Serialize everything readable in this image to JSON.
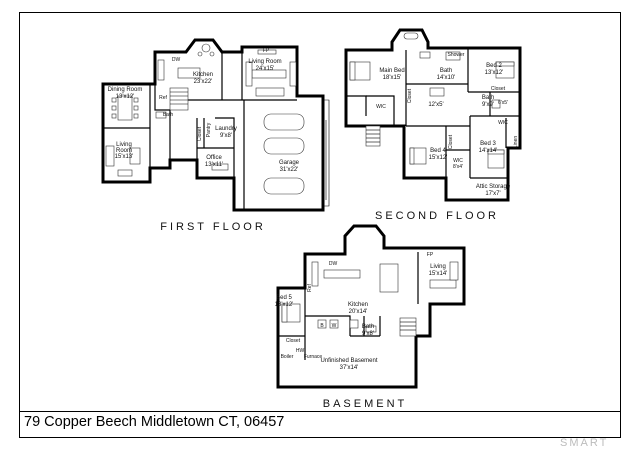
{
  "floors": {
    "first": "FIRST FLOOR",
    "second": "SECOND FLOOR",
    "basement": "BASEMENT"
  },
  "address": "79 Copper Beech Middletown CT, 06457",
  "logo": "SMART",
  "first_floor_rooms": {
    "dining": {
      "name": "Dining Room",
      "size": "13'x12'"
    },
    "kitchen": {
      "name": "Kitchen",
      "size": "23'x22'"
    },
    "living_room": {
      "name": "Living Room",
      "size": "24'x15'"
    },
    "living2": {
      "name": "Living",
      "name2": "Room",
      "size": "15'x13'"
    },
    "laundry": {
      "name": "Laundry",
      "size": "9'x8'"
    },
    "office": {
      "name": "Office",
      "size": "13'x11'"
    },
    "garage": {
      "name": "Garage",
      "size": "31'x22'"
    },
    "bath": "Bath",
    "ref": "Ref",
    "dw": "DW",
    "fp": "FP",
    "closet": "Closet",
    "pantry": "Pantry"
  },
  "second_floor_rooms": {
    "main_bed": {
      "name": "Main Bed",
      "size": "18'x15'"
    },
    "bath_main": {
      "name": "Bath",
      "size": "14'x10'"
    },
    "bed2": {
      "name": "Bed 2",
      "size": "13'x12'"
    },
    "bath2": {
      "name": "Bath",
      "size": "9'x9'"
    },
    "hall": {
      "size": "12'x5'"
    },
    "bed3": {
      "name": "Bed 3",
      "size": "14'x14'"
    },
    "bed4": {
      "name": "Bed 4",
      "size": "15'x12'"
    },
    "wic_small": {
      "name": "WIC",
      "size": "8'x4'"
    },
    "attic": {
      "name": "Attic Storage",
      "size": "17'x7'"
    },
    "wic": "WIC",
    "wic2": "WIC",
    "closet": "Closet",
    "closet2": "Closet",
    "closet3": "Closet",
    "linen": "Linen",
    "linen_size": "6'x5'",
    "shower": "Shower"
  },
  "basement_rooms": {
    "bed5": {
      "name": "Bed 5",
      "size": "13'x12'"
    },
    "kitchen": {
      "name": "Kitchen",
      "size": "20'x14'"
    },
    "living": {
      "name": "Living",
      "size": "15'x14'"
    },
    "bath": {
      "name": "Bath",
      "size": "9'x8'"
    },
    "unfinished": {
      "name": "Unfinished Basement",
      "size": "37'x14'"
    },
    "dw": "DW",
    "fp": "FP",
    "ref": "Ref",
    "closet": "Closet",
    "hw": "HW",
    "boiler": "Boiler",
    "furnace": "Furnace",
    "b": "B",
    "w": "W"
  }
}
